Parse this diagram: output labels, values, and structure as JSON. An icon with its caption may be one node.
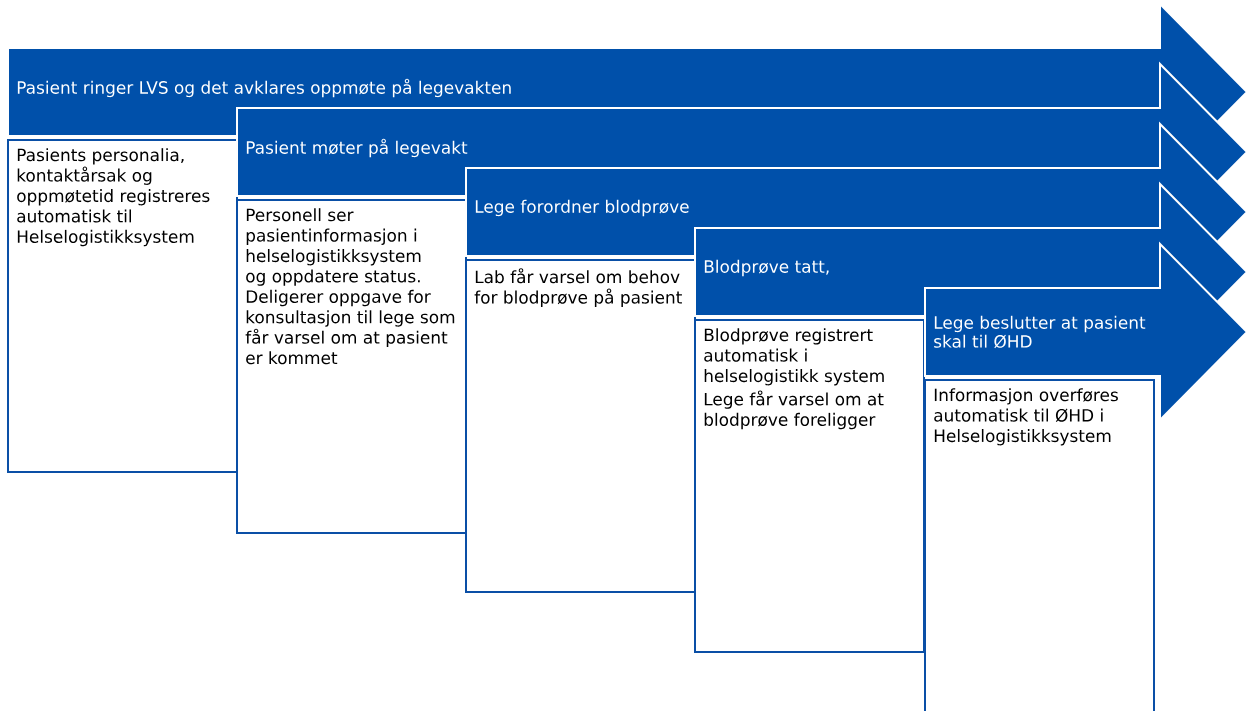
{
  "diagram": {
    "nodes": [
      {
        "text": [
          "Pasient ringer LVS og det avklares oppmøte på legevakten"
        ]
      },
      {
        "text": [
          "Pasients personalia, kontaktårsak og oppmøtetid registreres automatisk til Helselogistikksystem"
        ]
      },
      {
        "text": [
          "Pasient møter på legevakt"
        ]
      },
      {
        "text": [
          "Personell ser pasientinformasjon i helselogistikksystem og oppdatere status. Deligerer oppgave for konsultasjon til lege som får varsel om at pasient er kommet"
        ]
      },
      {
        "text": [
          "Lege forordner blodprøve"
        ]
      },
      {
        "text": [
          "Lab får varsel om behov for blodprøve på pasient"
        ]
      },
      {
        "text": [
          "Blodprøve tatt,"
        ]
      },
      {
        "text": [
          "Blodprøve registrert automatisk i helselogistikk system",
          "Lege får varsel om at blodprøve foreligger"
        ]
      },
      {
        "text": [
          "Lege beslutter at pasient skal til ØHD"
        ]
      },
      {
        "text": [
          "Informasjon overføres automatisk til ØHD i Helselogistikksystem"
        ]
      }
    ]
  }
}
